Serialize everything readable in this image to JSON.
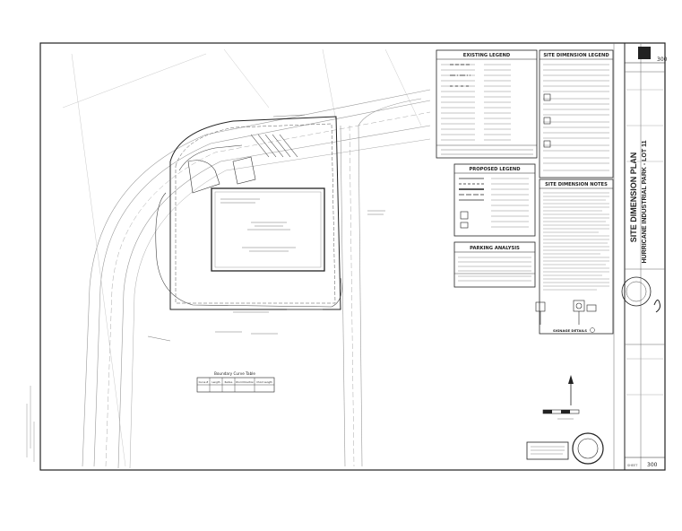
{
  "sheet": {
    "main_title": "SITE DIMENSION PLAN",
    "subtitle": "HURRICANE INDUSTRIAL PARK - LOT 11",
    "sheet_number": "300",
    "sheet_number_bottom": "300",
    "sheet_label": "SHEET"
  },
  "legends": {
    "existing": "EXISTING LEGEND",
    "site_dimension": "SITE DIMENSION LEGEND",
    "proposed": "PROPOSED LEGEND",
    "parking": "PARKING ANALYSIS",
    "notes": "SITE DIMENSION NOTES"
  },
  "plan": {
    "curve_table_title": "Boundary Curve Table",
    "curve_table_headers": [
      "Curve #",
      "Length",
      "Radius",
      "Chord Direction",
      "Chord Length"
    ],
    "signage_details": "SIGNAGE DETAILS"
  },
  "icons": {
    "north_arrow": "north-arrow-icon",
    "seal": "engineer-seal-icon",
    "ada": "accessible-parking-icon"
  },
  "colors": {
    "ink": "#222222",
    "light_ink": "#9a9a9a",
    "paper": "#ffffff"
  }
}
